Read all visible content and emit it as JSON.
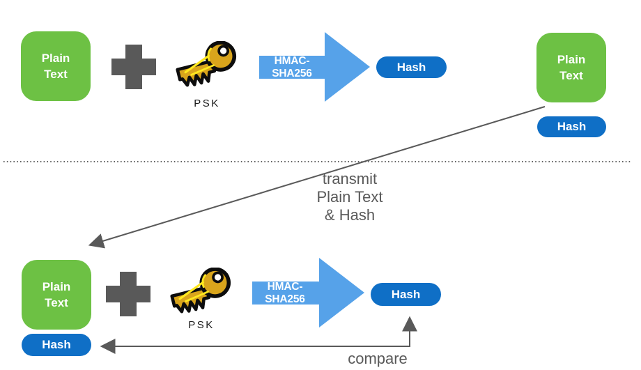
{
  "colors": {
    "green": "#6DC144",
    "hash_blue": "#0F6FC6",
    "arrow_blue": "#56A2E9",
    "gray": "#595959",
    "key_gold": "#D9A51C",
    "key_accent": "#FFE81F"
  },
  "sender": {
    "plain_text": "Plain\nText",
    "psk": "PSK",
    "hmac": "HMAC-SHA256",
    "hash": "Hash"
  },
  "transmitted": {
    "plain_text": "Plain\nText",
    "hash": "Hash"
  },
  "notes": {
    "transmit": "transmit\nPlain Text\n& Hash",
    "compare": "compare"
  },
  "receiver": {
    "plain_text": "Plain\nText",
    "received_hash": "Hash",
    "psk": "PSK",
    "hmac": "HMAC-SHA256",
    "hash": "Hash"
  }
}
